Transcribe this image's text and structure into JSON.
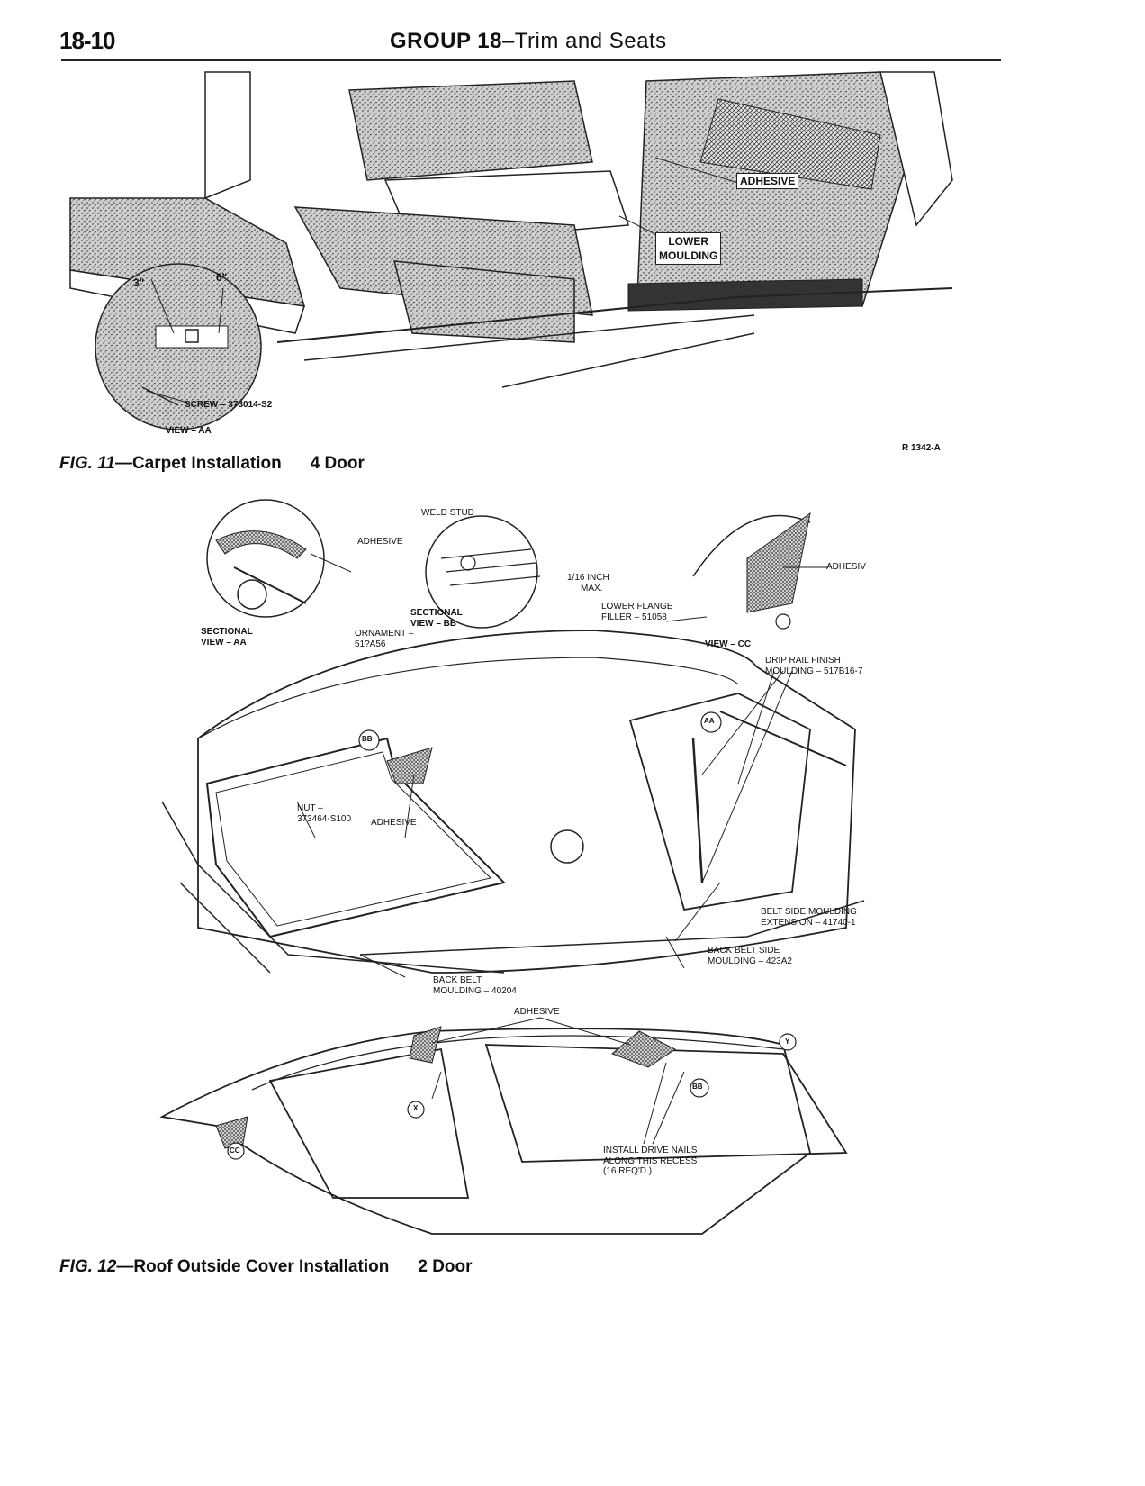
{
  "header": {
    "page_number": "18-10",
    "group": "GROUP 18",
    "title": "–Trim and Seats"
  },
  "fig11": {
    "caption_prefix": "FIG. 11",
    "caption_text": "—Carpet Installation",
    "caption_suffix": "4 Door",
    "ref_code": "R 1342-A",
    "labels": {
      "adhesive": "ADHESIVE",
      "lower": "LOWER",
      "moulding": "MOULDING",
      "dim_3": "3\"",
      "dim_6": "6\"",
      "screw": "SCREW – 373014-S2",
      "view": "VIEW – AA"
    }
  },
  "fig12": {
    "caption_prefix": "FIG. 12",
    "caption_text": "—Roof Outside Cover Installation",
    "caption_suffix": "2 Door",
    "labels": {
      "weld_stud": "WELD STUD",
      "adhesive_top": "ADHESIVE",
      "inch": "1/16 INCH",
      "max": "MAX.",
      "sectional_bb_1": "SECTIONAL",
      "sectional_bb_2": "VIEW – BB",
      "sectional_aa_1": "SECTIONAL",
      "sectional_aa_2": "VIEW – AA",
      "ornament_1": "ORNAMENT –",
      "ornament_2": "51?A56",
      "lower_flange_1": "LOWER FLANGE",
      "lower_flange_2": "FILLER – 51058",
      "adhesive_cc": "ADHESIV",
      "view_cc": "VIEW – CC",
      "drip_rail_1": "DRIP RAIL FINISH",
      "drip_rail_2": "MOULDING – 517B16-7",
      "nut_1": "NUT –",
      "nut_2": "373464-S100",
      "adhesive_mid": "ADHESIVE",
      "belt_ext_1": "BELT SIDE MOULDING",
      "belt_ext_2": "EXTENSION – 41740-1",
      "back_belt_side_1": "BACK BELT SIDE",
      "back_belt_side_2": "MOULDING – 423A2",
      "back_belt_1": "BACK BELT",
      "back_belt_2": "MOULDING – 40204",
      "adhesive_roof": "ADHESIVE",
      "drive_nails_1": "INSTALL DRIVE NAILS",
      "drive_nails_2": "ALONG THIS RECESS",
      "drive_nails_3": "(16 REQ'D.)",
      "callout_bb": "BB",
      "callout_aa": "AA",
      "callout_y": "Y",
      "callout_x": "X",
      "callout_cc": "CC",
      "callout_bb2": "BB"
    }
  }
}
